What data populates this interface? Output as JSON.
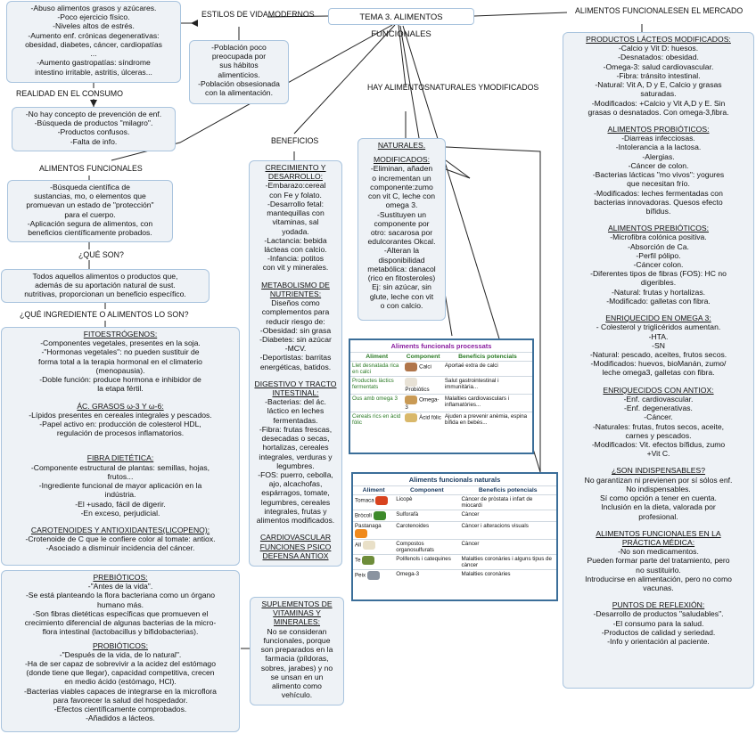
{
  "title": "TEMA 3. ALIMENTOS FUNCIONALES",
  "labels": {
    "estilos": [
      "ESTILOS DE VIDA",
      "MODERNOS"
    ],
    "mercado": [
      "ALIMENTOS FUNCIONALES",
      "EN EL MERCADO"
    ],
    "realidad": "REALIDAD EN EL CONSUMO",
    "hay": [
      "HAY ALIMENTOS",
      "NATURALES Y",
      "MODIFICADOS"
    ],
    "beneficios": "BENEFICIOS",
    "alimentos": "ALIMENTOS FUNCIONALES",
    "que_son": "¿QUÉ SON?",
    "que_ingrediente": "¿QUÉ INGREDIENTE O ALIMENTOS LO SON?"
  },
  "boxes": {
    "habitos": [
      "-Abuso alimentos grasos y azúcares.",
      "-Poco ejercicio físico.",
      "-Niveles altos de estrés.",
      "-Aumento enf. crónicas degenerativas:",
      "obesidad, diabetes, cáncer, cardiopatías",
      "...",
      "-Aumento gastropatías: síndrome",
      "intestino irritable, astritis, úlceras..."
    ],
    "poblacion": [
      "-Población poco",
      "preocupada por",
      "sus hábitos",
      "alimenticios.",
      "-Población obsesionada",
      "con la alimentación."
    ],
    "realidad": [
      "-No hay concepto de prevención de enf.",
      "-Búsqueda de productos \"milagro\".",
      "-Productos confusos.",
      "-Falta de info."
    ],
    "funcionales": [
      "-Búsqueda científica de",
      "sustancias, mo, o elementos que",
      "promuevan un estado de \"protección\"",
      "para el cuerpo.",
      "-Aplicación segura de alimentos, con",
      "beneficios científicamente probados."
    ],
    "que_son": [
      "Todos aquellos alimentos o productos que,",
      "además de su aportación natural de sust.",
      "nutritivas, proporcionan un beneficio específico."
    ],
    "ingredientes": {
      "fito_title": "FITOESTRÓGENOS:",
      "fito": [
        "-Componentes vegetales, presentes en la soja.",
        "-\"Hormonas vegetales\": no pueden sustituir de",
        "forma total a la terapia hormonal en el climaterio",
        "(menopausia).",
        "-Doble función: produce hormona e inhibidor de",
        "la etapa fértil."
      ],
      "acgrasos_title": "ÁC. GRASOS ω-3 Y ω-6:",
      "acgrasos": [
        "-Lípidos presentes en cereales integrales y pescados.",
        "-Papel activo en: producción de colesterol HDL,",
        "regulación de procesos inflamatorios."
      ],
      "fibra_title": "FIBRA DIETÉTICA:",
      "fibra": [
        "-Componente estructural de plantas: semillas, hojas,",
        "frutos...",
        "-Ingrediente funcional de mayor aplicación en la",
        "indústria.",
        "-El +usado, fácil de digerir.",
        "-En exceso, perjudicial."
      ],
      "carot_title": "CAROTENOIDES Y ANTIOXIDANTES(LICOPENO):",
      "carot": [
        "-Crotenoide de C que le confiere color al tomate: antiox.",
        "-Asociado a disminuir incidencia del cáncer."
      ]
    },
    "prebioticos": {
      "pre_title": "PREBIÓTICOS:",
      "pre": [
        "-\"Antes de la vida\".",
        "-Se está planteando la flora bacteriana como un órgano",
        "humano más.",
        "-Son fibras dietéticas específicas que promueven el",
        "crecimiento diferencial de algunas bacterias de la micro-",
        "flora intestinal (lactobacillus y bifidobacterias)."
      ],
      "pro_title": "PROBIÓTICOS:",
      "pro": [
        "-\"Después de la vida, de lo natural\".",
        "-Ha de ser capaz de sobrevivir a la acidez del estómago",
        "(donde tiene que llegar), capacidad competitiva, crecen",
        "en medio ácido (estómago, HCl).",
        "-Bacterias viables capaces de integrarse en la microflora",
        "para favorecer la salud del hospedador.",
        "-Efectos científicamente comprobados.",
        "-Añadidos a lácteos."
      ]
    },
    "beneficios": {
      "crec_title": [
        "CRECIMIENTO Y",
        "DESARROLLO:"
      ],
      "crec": [
        "-Embarazo:cereal",
        "con Fe y folato.",
        "-Desarrollo fetal:",
        "mantequillas con",
        "vitaminas, sal",
        "yodada.",
        "-Lactancia: bebida",
        "lácteas con calcio.",
        "-Infancia: potitos",
        "con vit y minerales."
      ],
      "meta_title": [
        "METABOLISMO DE",
        "NUTRIENTES:"
      ],
      "meta": [
        "Diseños como",
        "complementos para",
        "reducir riesgo de:",
        "-Obesidad: sin grasa",
        "-Diabetes: sin azúcar",
        "-MCV.",
        "-Deportistas: barritas",
        "energéticas, batidos."
      ],
      "dig_title": [
        "DIGESTIVO Y TRACTO",
        "INTESTINAL:"
      ],
      "dig": [
        "-Bacterias: del ác.",
        "láctico en leches",
        "fermentadas.",
        "-Fibra: frutas frescas,",
        "desecadas o secas,",
        "hortalizas, cereales",
        "integrales, verduras y",
        "legumbres.",
        "-FOS: puerro, cebolla,",
        "ajo, alcachofas,",
        "espárragos, tomate,",
        "legumbres, cereales",
        "integrales, frutas y",
        "alimentos modificados."
      ],
      "extra": [
        "CARDIOVASCULAR",
        "FUNCIONES PSICO",
        "DEFENSA ANTIOX"
      ]
    },
    "naturales": {
      "nat": "NATURALES.",
      "mod_title": "MODIFICADOS:",
      "mod": [
        "-Eliminan, añaden",
        "o incrementan un",
        "componente:zumo",
        "con vit C, leche con",
        "omega 3.",
        "-Sustituyen un",
        "componente por",
        "otro: sacarosa por",
        "edulcorantes Okcal.",
        "-Alteran la",
        "disponibilidad",
        "metabólica: danacol",
        "(rico en fitosteroles)",
        "Ej: sin azúcar, sin",
        "glute, leche con vit",
        "o con calcio."
      ]
    },
    "suplementos": {
      "title": [
        "SUPLEMENTOS DE",
        "VITAMINAS Y",
        "MINERALES:"
      ],
      "lines": [
        "No se consideran",
        "funcionales, porque",
        "son preparados en la",
        "farmacia (píldoras,",
        "sobres, jarabes) y no",
        "se unsan en un",
        "alimento como",
        "vehículo."
      ]
    },
    "mercado": {
      "lact_title": "PRODUCTOS LÁCTEOS MODIFICADOS:",
      "lact": [
        "-Calcio y Vit D: huesos.",
        "-Desnatados: obesidad.",
        "-Omega-3: salud cardiovascular.",
        "-Fibra: tránsito intestinal.",
        "-Natural: Vit A, D y E, Calcio y grasas",
        "saturadas.",
        "-Modificados: +Calcio y Vit A,D y E. Sin",
        "grasas o desnatados. Con omega-3,fibra."
      ],
      "probi_title": "ALIMENTOS PROBIÓTICOS:",
      "probi": [
        "-Diarreas infecciosas.",
        "-Intolerancia a la lactosa.",
        "-Alergias.",
        "-Cáncer de colon.",
        "-Bacterias lácticas \"mo vivos\": yogures",
        "que necesitan frío.",
        "-Modificados: leches fermentadas con",
        "bacterias innovadoras. Quesos efecto",
        "bífidus."
      ],
      "prebi_title": "ALIMENTOS PREBIÓTICOS:",
      "prebi": [
        "-Microfibra colónica positiva.",
        "-Absorción de Ca.",
        "-Perfil pólipo.",
        "-Cáncer colon.",
        "-Diferentes tipos de fibras (FOS): HC no",
        "digeribles.",
        "-Natural: frutas y hortalizas.",
        "-Modificado: galletas con fibra."
      ],
      "omega_title": "ENRIQUECIDO EN OMEGA 3:",
      "omega": [
        "- Colesterol y triglicéridos aumentan.",
        "-HTA.",
        "-SN",
        "-Natural: pescado, aceites, frutos secos.",
        "-Modificados: huevos, bioManán, zumo/",
        "leche omega3, galletas con fibra."
      ],
      "antiox_title": "ENRIQUECIDOS CON ANTIOX:",
      "antiox": [
        "-Enf. cardiovascular.",
        "-Enf. degenerativas.",
        "-Cáncer.",
        "-Naturales: frutas, frutos secos, aceite,",
        "carnes y pescados.",
        "-Modificados: Vit. efectos bífidus, zumo",
        "+Vit C."
      ],
      "indis_title": "¿SON INDISPENSABLES?",
      "indis": [
        "No garantizan ni previenen por sí sólos enf.",
        "No indispensables.",
        "Sí como opción a tener en cuenta.",
        "Inclusión en la dieta, valorada por",
        "profesional."
      ],
      "pract_title": [
        "ALIMENTOS FUNCIONALES EN LA",
        "PRÁCTICA MÉDICA:"
      ],
      "pract": [
        "-No son medicamentos.",
        "Pueden formar parte del tratamiento, pero",
        "no sustituirlo.",
        "Introducirse en alimentación, pero no como",
        "vacunas."
      ],
      "refl_title": "PUNTOS DE REFLEXIÓN:",
      "refl": [
        "-Desarrollo de productos \"saludables\".",
        "-El consumo para la salud.",
        "-Productos de calidad y seriedad.",
        "-Info y orientación al paciente."
      ]
    }
  },
  "table_processats": {
    "title": "Aliments funcionals processats",
    "headers": [
      "Aliment",
      "Component",
      "Beneficis potencials"
    ],
    "rows": [
      [
        "Llet desnatada rica en calci",
        "Calci",
        "Aportaé extra de calci"
      ],
      [
        "Productes làctics fermentats",
        "Probiòtics",
        "Salut gastrointestinal i immunitària..."
      ],
      [
        "Ous amb omega 3",
        "Omega-3",
        "Malalties cardiovasculars i inflamatòries..."
      ],
      [
        "Cereals rics en àcid fòlic",
        "Àcid fòlic",
        "Ajuden a prevenir anèmia, espina bífida en bebés..."
      ]
    ],
    "swatches": [
      "#b0754a",
      "#e8e2d6",
      "#c99a55",
      "#d9b86a"
    ]
  },
  "table_naturals": {
    "title": "Aliments funcionals naturals",
    "headers": [
      "Aliment",
      "Component",
      "Beneficis potencials"
    ],
    "rows": [
      [
        "Tomaca",
        "Licopè",
        "Càncer de pròstata i infart de miocardi"
      ],
      [
        "Bròcoli",
        "Sulforafà",
        "Càncer"
      ],
      [
        "Pastanaga",
        "Carotenoides",
        "Càncer i alteracions visuals"
      ],
      [
        "All",
        "Compostos organosulfurats",
        "Càncer"
      ],
      [
        "Te",
        "Polifenols i catequines",
        "Malalties coronàries i alguns tipus de càncer"
      ],
      [
        "Peix",
        "Omega-3",
        "Malalties coronàries"
      ]
    ],
    "swatches": [
      "#d8431e",
      "#3d8a2a",
      "#f08a1c",
      "#e9e0c8",
      "#6e8d3a",
      "#8a93a0"
    ]
  },
  "colors": {
    "box_bg": "#eef2f6",
    "box_border": "#a9c4de",
    "table_border": "#3b6e99",
    "line": "#222222"
  }
}
